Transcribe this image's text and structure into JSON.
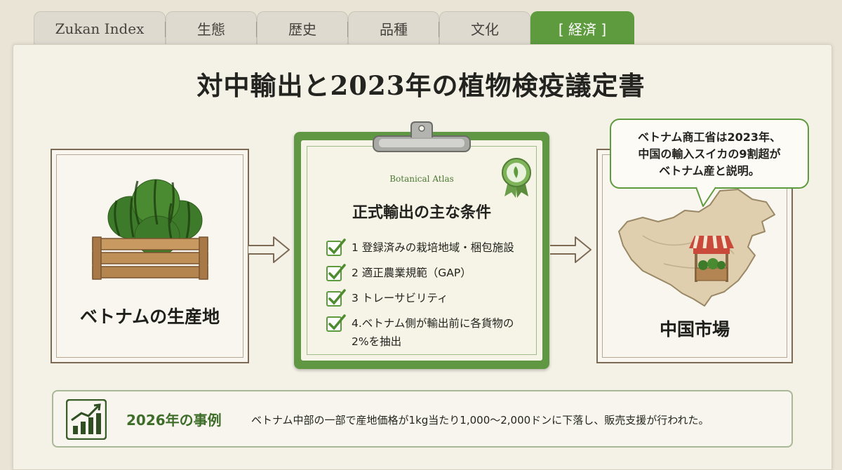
{
  "tabs": [
    {
      "label": "Zukan Index"
    },
    {
      "label": "生態"
    },
    {
      "label": "歴史"
    },
    {
      "label": "品種"
    },
    {
      "label": "文化"
    },
    {
      "label": "[ 経済 ]",
      "active": true
    }
  ],
  "title": "対中輸出と2023年の植物検疫議定書",
  "left_panel": {
    "label": "ベトナムの生産地"
  },
  "clipboard": {
    "atlas_label": "Botanical Atlas",
    "heading": "正式輸出の主な条件",
    "conditions": [
      {
        "text": "1 登録済みの栽培地域・梱包施設"
      },
      {
        "text": "2 適正農業規範（GAP）"
      },
      {
        "text": "3 トレーサビリティ"
      },
      {
        "text": "4.ベトナム側が輸出前に各貨物の\n2%を抽出"
      }
    ]
  },
  "bubble": {
    "text": "ベトナム商工省は2023年、\n中国の輸入スイカの9割超が\nベトナム産と説明。"
  },
  "right_panel": {
    "label": "中国市場"
  },
  "case": {
    "title": "2026年の事例",
    "body": "ベトナム中部の一部で産地価格が1kg当たり1,000〜2,000ドンに下落し、販売支援が行われた。"
  },
  "colors": {
    "accent_green": "#5e9a3e",
    "panel_border": "#7c6a55",
    "background": "#f4f1e7"
  },
  "icons": [
    "watermelon-crate-icon",
    "arrow-right-icon",
    "clipboard-icon",
    "award-ribbon-icon",
    "checkbox-icon",
    "china-map-icon",
    "market-stall-icon",
    "growth-chart-icon"
  ]
}
